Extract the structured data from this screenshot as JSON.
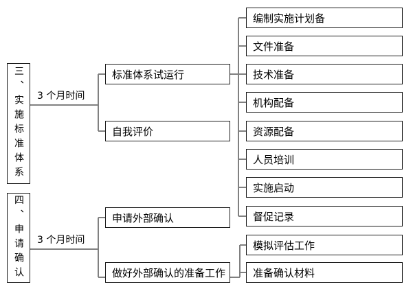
{
  "palette": {
    "background": "#ffffff",
    "box_border": "#1a1a1a",
    "connector": "#808080",
    "text": "#000000"
  },
  "stage_top": {
    "title": "三、实施标准体系",
    "duration_label": "3 个月时间"
  },
  "stage_bottom": {
    "title": "四、申请确认",
    "duration_label": "3 个月时间"
  },
  "mid": {
    "trial_run": "标准体系试运行",
    "self_eval": "自我评价",
    "apply_confirm": "申请外部确认",
    "prepare_confirm": "做好外部确认的准备工作"
  },
  "tasks_top": [
    "编制实施计划备",
    "文件准备",
    "技术准备",
    "机构配备",
    "资源配备",
    "人员培训",
    "实施启动",
    "督促记录"
  ],
  "tasks_bottom": [
    "模拟评估工作",
    "准备确认材料"
  ]
}
